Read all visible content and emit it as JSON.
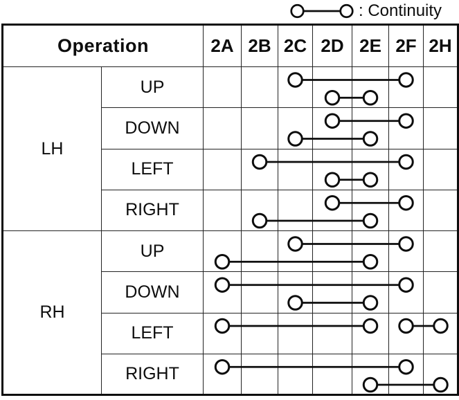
{
  "page": {
    "background": "#ffffff",
    "ink": "#0d0d0d"
  },
  "legend": {
    "label": ": Continuity"
  },
  "chart_data": {
    "type": "table",
    "header": {
      "operation_label": "Operation",
      "terminals": [
        "2A",
        "2B",
        "2C",
        "2D",
        "2E",
        "2F",
        "2H"
      ]
    },
    "groups": [
      {
        "label": "LH",
        "rows": [
          {
            "label": "UP",
            "connections": [
              {
                "from": "2C",
                "to": "2F",
                "level": 0
              },
              {
                "from": "2D",
                "to": "2E",
                "level": 1
              }
            ]
          },
          {
            "label": "DOWN",
            "connections": [
              {
                "from": "2D",
                "to": "2F",
                "level": 0
              },
              {
                "from": "2C",
                "to": "2E",
                "level": 1
              }
            ]
          },
          {
            "label": "LEFT",
            "connections": [
              {
                "from": "2B",
                "to": "2F",
                "level": 0
              },
              {
                "from": "2D",
                "to": "2E",
                "level": 1
              }
            ]
          },
          {
            "label": "RIGHT",
            "connections": [
              {
                "from": "2D",
                "to": "2F",
                "level": 0
              },
              {
                "from": "2B",
                "to": "2E",
                "level": 1
              }
            ]
          }
        ]
      },
      {
        "label": "RH",
        "rows": [
          {
            "label": "UP",
            "connections": [
              {
                "from": "2C",
                "to": "2F",
                "level": 0
              },
              {
                "from": "2A",
                "to": "2E",
                "level": 1
              }
            ]
          },
          {
            "label": "DOWN",
            "connections": [
              {
                "from": "2A",
                "to": "2F",
                "level": 0
              },
              {
                "from": "2C",
                "to": "2E",
                "level": 1
              }
            ]
          },
          {
            "label": "LEFT",
            "connections": [
              {
                "from": "2A",
                "to": "2E",
                "level": 0
              },
              {
                "from": "2F",
                "to": "2H",
                "level": 0
              }
            ]
          },
          {
            "label": "RIGHT",
            "connections": [
              {
                "from": "2A",
                "to": "2F",
                "level": 0
              },
              {
                "from": "2E",
                "to": "2H",
                "level": 1
              }
            ]
          }
        ]
      }
    ]
  }
}
